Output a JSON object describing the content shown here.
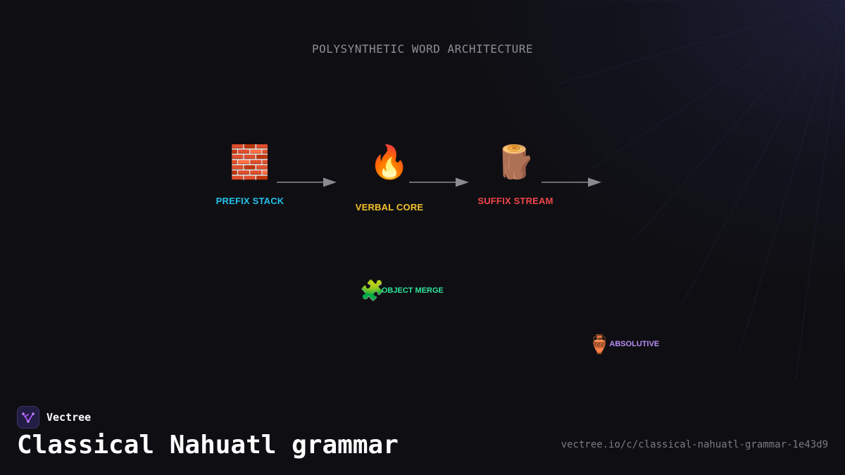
{
  "diagram": {
    "title": "POLYSYNTHETIC WORD ARCHITECTURE",
    "nodes": [
      {
        "label": "PREFIX STACK",
        "icon": "🧱",
        "icon_name": "brick-icon",
        "color": "#22c0ea"
      },
      {
        "label": "VERBAL CORE",
        "icon": "🔥",
        "icon_name": "fire-icon",
        "color": "#f5c02a"
      },
      {
        "label": "SUFFIX STREAM",
        "icon": "🪵",
        "icon_name": "wood-log-icon",
        "color": "#f0454a"
      }
    ],
    "tags": [
      {
        "label": "OBJECT MERGE",
        "icon": "🧩",
        "icon_name": "puzzle-piece-icon",
        "color": "#2ee59a"
      },
      {
        "label": "ABSOLUTIVE",
        "icon": "🏺",
        "icon_name": "amphora-icon",
        "color": "#b68cf5"
      }
    ],
    "arrow_color": "#8a8a90"
  },
  "brand": {
    "name": "Vectree",
    "logo_icon": "vectree-logo-icon",
    "accent": "#a855f7"
  },
  "footer": {
    "title": "Classical Nahuatl grammar",
    "url": "vectree.io/c/classical-nahuatl-grammar-1e43d9"
  }
}
